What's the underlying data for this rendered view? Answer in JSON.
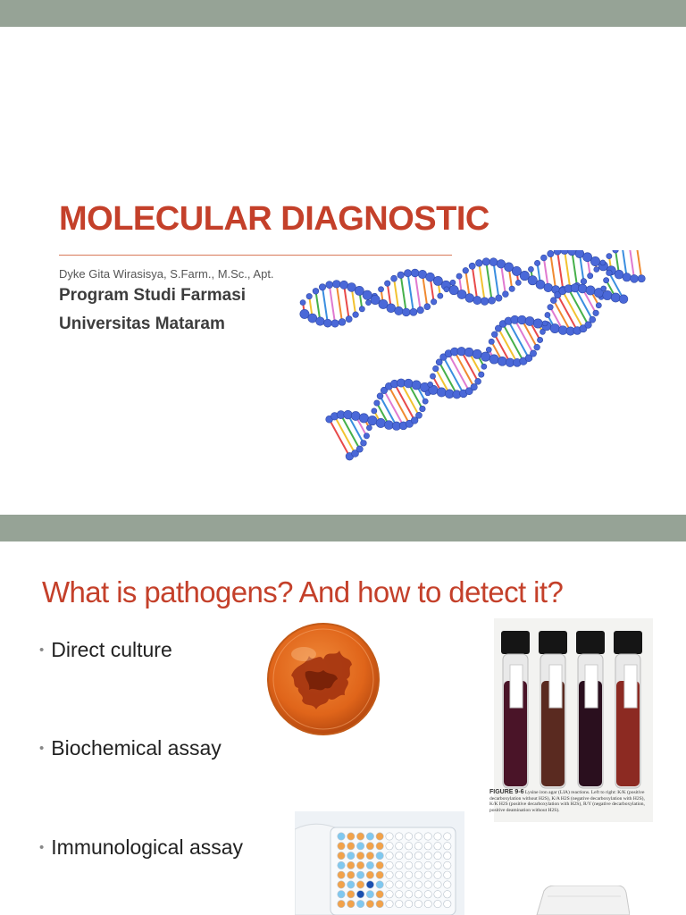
{
  "slide1": {
    "title": "MOLECULAR DIAGNOSTIC",
    "author": "Dyke Gita Wirasisya, S.Farm., M.Sc., Apt.",
    "affiliation_line1": "Program Studi Farmasi",
    "affiliation_line2": "Universitas Mataram"
  },
  "slide2": {
    "title": "What is pathogens? And how to detect it?",
    "bullets": [
      "Direct culture",
      "Biochemical assay",
      "Immunological assay"
    ],
    "figure_label": "FIGURE 9-6",
    "figure_caption": "Lysine iron agar (LIA) reactions. Left to right: K/K (positive decarboxylation without H2S), K/A H2S (negative decarboxylation with H2S), K/K H2S (positive decarboxylation with H2S), R/Y (negative decarboxylation, positive deamination without H2S)."
  },
  "colors": {
    "band": "#96a396",
    "title_accent": "#c4402a",
    "text_dark": "#3d3d3d"
  }
}
